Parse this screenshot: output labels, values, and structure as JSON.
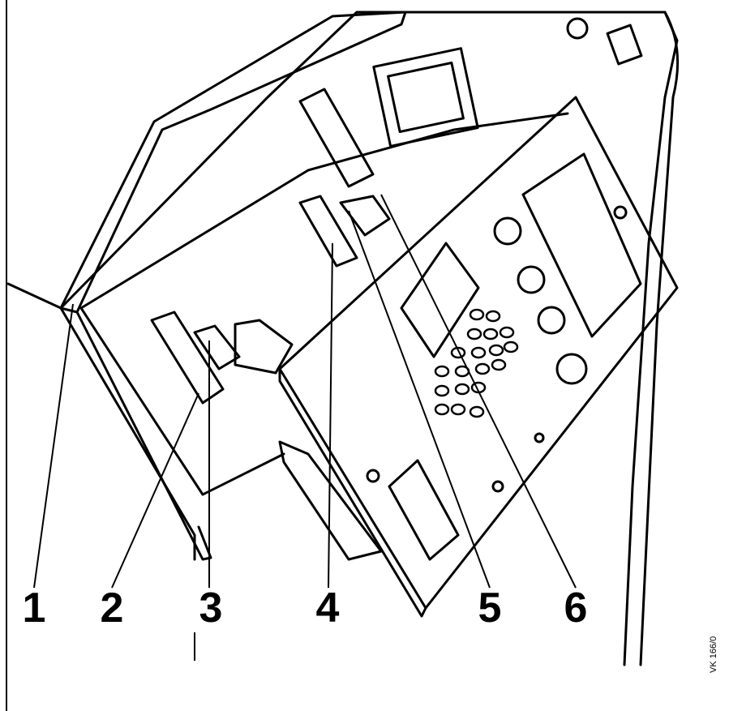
{
  "callouts": [
    "1",
    "2",
    "3",
    "4",
    "5",
    "6"
  ],
  "reference_code": "VK 166/0"
}
